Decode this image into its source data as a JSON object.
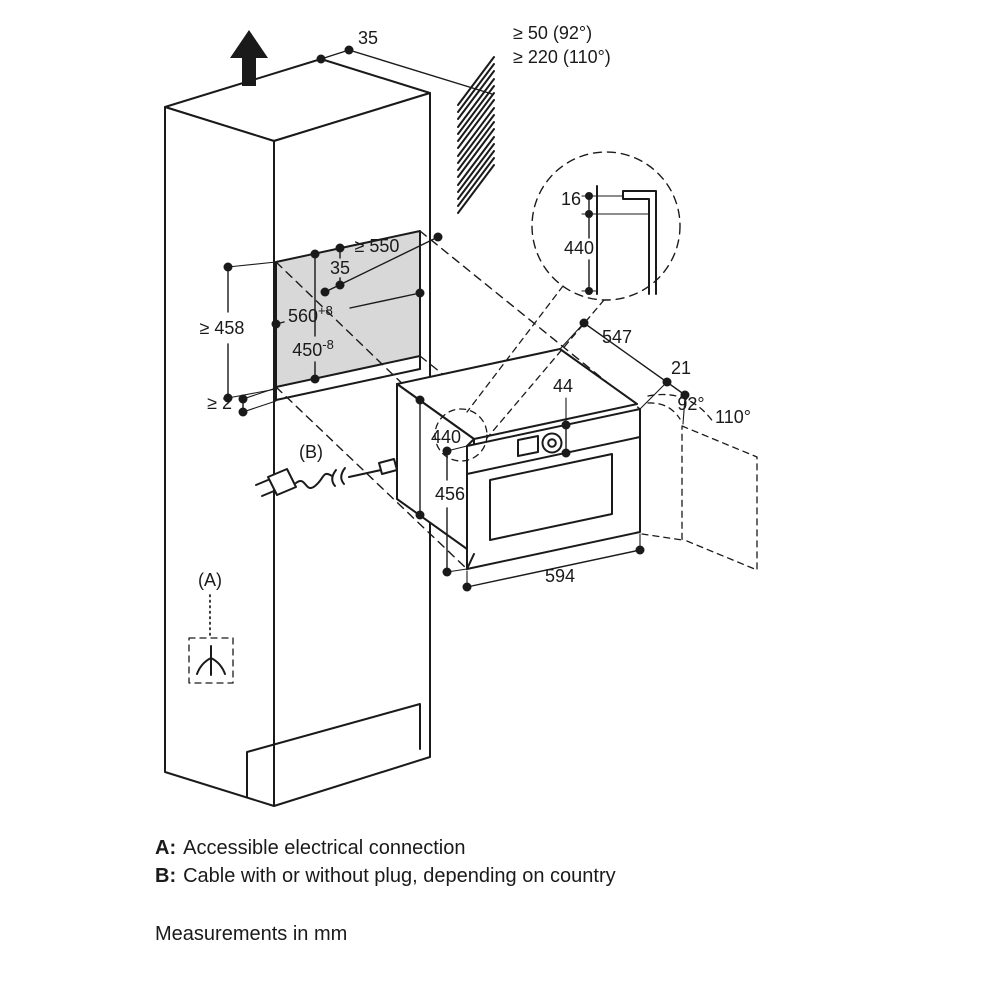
{
  "dims": {
    "top_gap": "35",
    "wall_clearance_92": "≥ 50 (92°)",
    "wall_clearance_110": "≥ 220 (110°)",
    "niche_depth": "≥ 550",
    "niche_offset": "35",
    "front_min_height": "≥ 458",
    "niche_width": "560",
    "niche_width_tol": "+8",
    "niche_height": "450",
    "niche_height_tol": "-8",
    "bottom_gap": "≥ 2",
    "detail_inset": "16",
    "detail_height": "440",
    "appliance_depth": "547",
    "control_panel_height": "44",
    "door_protrusion": "21",
    "door_angle_small": "92°",
    "door_angle_large": "110°",
    "appliance_body_height": "440",
    "appliance_front_height": "456",
    "appliance_width": "594"
  },
  "labels": {
    "connection_a": "(A)",
    "cable_b": "(B)"
  },
  "legend": {
    "a_key": "A:",
    "a_text": "Accessible electrical connection",
    "b_key": "B:",
    "b_text": "Cable with or without plug, depending on country",
    "units": "Measurements in mm"
  },
  "colors": {
    "line": "#1a1a1a",
    "niche_fill": "#d8d8d8",
    "background": "#ffffff"
  }
}
